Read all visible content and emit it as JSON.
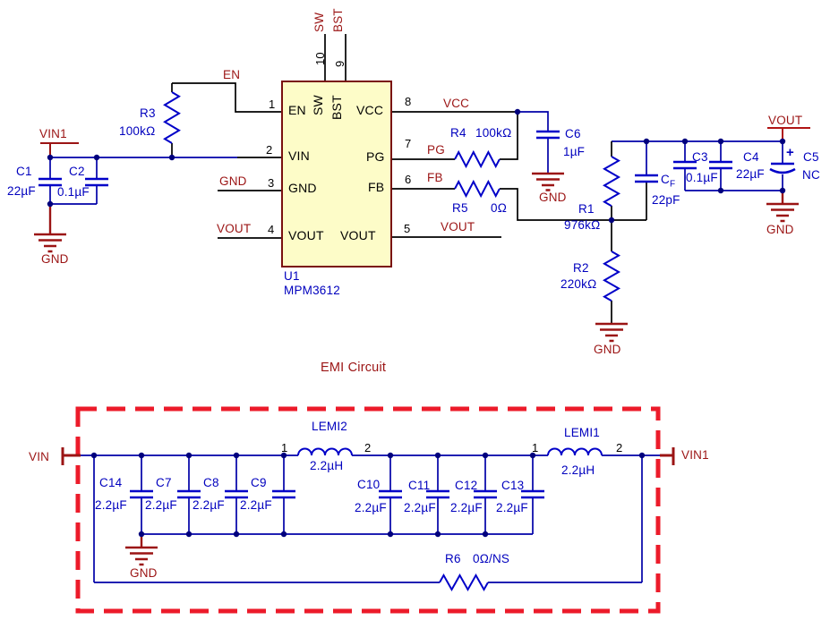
{
  "schematic": {
    "section_title": "EMI Circuit",
    "colors": {
      "wire_blue": "#0000A8",
      "text_blue": "#0000BE",
      "net_maroon": "#9B1414",
      "border_red": "#EC1B2A",
      "ic_fill": "#FDFCC8",
      "ic_border": "#7A1010"
    },
    "ic": {
      "designator": "U1",
      "part_number": "MPM3612",
      "pins": {
        "p1": "1",
        "p2": "2",
        "p3": "3",
        "p4": "4",
        "p5": "5",
        "p6": "6",
        "p7": "7",
        "p8": "8",
        "p9": "9",
        "p10": "10",
        "en": "EN",
        "vin": "VIN",
        "gnd": "GND",
        "vout_left": "VOUT",
        "sw": "SW",
        "bst": "BST",
        "vcc": "VCC",
        "pg": "PG",
        "fb": "FB",
        "vout_right": "VOUT"
      }
    },
    "nets": {
      "vin1_top": "VIN1",
      "en": "EN",
      "gnd_c1": "GND",
      "gnd_pin3": "GND",
      "vout_pin4": "VOUT",
      "sw_top": "SW",
      "bst_top": "BST",
      "vcc": "VCC",
      "pg": "PG",
      "fb": "FB",
      "vout_pin5": "VOUT",
      "gnd_c6": "GND",
      "gnd_r2": "GND",
      "gnd_c5": "GND",
      "vout_port": "VOUT"
    },
    "components": {
      "c1": {
        "d": "C1",
        "v": "22µF"
      },
      "c2": {
        "d": "C2",
        "v": "0.1µF"
      },
      "r3": {
        "d": "R3",
        "v": "100kΩ"
      },
      "r4": {
        "d": "R4",
        "v": "100kΩ"
      },
      "r5": {
        "d": "R5",
        "v": "0Ω"
      },
      "c6": {
        "d": "C6",
        "v": "1µF"
      },
      "r1": {
        "d": "R1",
        "v": "976kΩ"
      },
      "r2": {
        "d": "R2",
        "v": "220kΩ"
      },
      "cf": {
        "d_main": "C",
        "d_sub": "F",
        "v": "22pF"
      },
      "c3": {
        "d": "C3",
        "v": "0.1µF"
      },
      "c4": {
        "d": "C4",
        "v": "22µF"
      },
      "c5": {
        "d": "C5",
        "v": "NC",
        "polarity": "+"
      }
    },
    "emi": {
      "ports": {
        "vin": "VIN",
        "vin1": "VIN1"
      },
      "gnd": "GND",
      "inductors": {
        "lemi2": {
          "d": "LEMI2",
          "v": "2.2µH",
          "p1": "1",
          "p2": "2"
        },
        "lemi1": {
          "d": "LEMI1",
          "v": "2.2µH",
          "p1": "1",
          "p2": "2"
        }
      },
      "caps": {
        "c14": {
          "d": "C14",
          "v": "2.2µF"
        },
        "c7": {
          "d": "C7",
          "v": "2.2µF"
        },
        "c8": {
          "d": "C8",
          "v": "2.2µF"
        },
        "c9": {
          "d": "C9",
          "v": "2.2µF"
        },
        "c10": {
          "d": "C10",
          "v": "2.2µF"
        },
        "c11": {
          "d": "C11",
          "v": "2.2µF"
        },
        "c12": {
          "d": "C12",
          "v": "2.2µF"
        },
        "c13": {
          "d": "C13",
          "v": "2.2µF"
        }
      },
      "r6": {
        "d": "R6",
        "v": "0Ω/NS"
      }
    }
  }
}
